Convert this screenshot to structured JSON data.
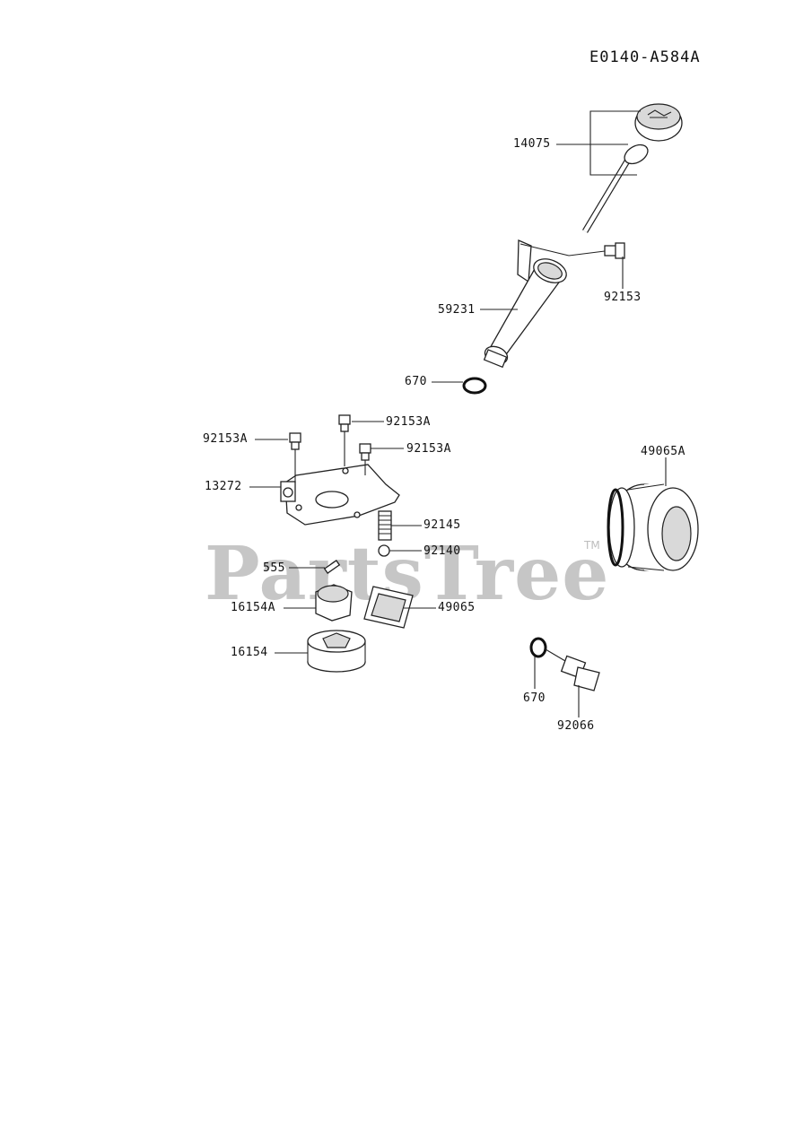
{
  "diagram_code": "E0140-A584A",
  "watermark": {
    "text": "PartsTree",
    "trademark": "TM"
  },
  "parts": {
    "p14075": "14075",
    "p92153": "92153",
    "p59231": "59231",
    "p670_top": "670",
    "p92153A_left": "92153A",
    "p92153A_mid": "92153A",
    "p92153A_right": "92153A",
    "p13272": "13272",
    "p92145": "92145",
    "p92140": "92140",
    "p555": "555",
    "p16154A": "16154A",
    "p49065": "49065",
    "p16154": "16154",
    "p49065A": "49065A",
    "p670_bottom": "670",
    "p92066": "92066"
  }
}
